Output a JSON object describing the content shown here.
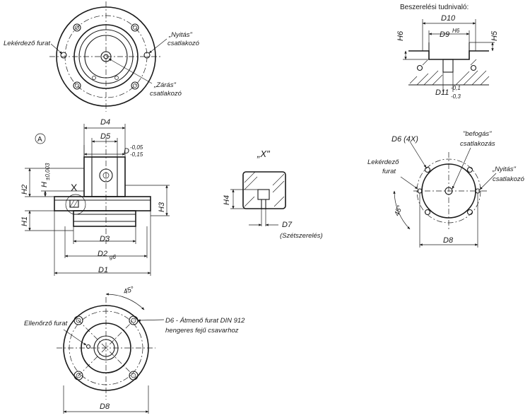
{
  "labels": {
    "ordering_note": "Beszerelési tudnivaló:",
    "query_hole_top": "Lekérdező furat",
    "opening_top_1": "„Nyitás\"",
    "opening_top_2": "csatlakozó",
    "closing_top_1": "„Zárás\"",
    "closing_top_2": "csatlakozó",
    "d4": "D4",
    "d5": "D5",
    "d": "D",
    "d_tol_upper": "-0,05",
    "d_tol_lower": "-0,15",
    "h": "H",
    "h_tol": "±0,003",
    "h2": "H2",
    "h1": "H1",
    "h3": "H3",
    "detail_x_marker": "X",
    "view_a": "A",
    "d3": "D3",
    "d2": "D2",
    "d2_tol": "g6",
    "d1": "D1",
    "detail_x_title": "„X\"",
    "h4": "H4",
    "d7": "D7",
    "disassembly": "(Szétszerelés)",
    "d10": "D10",
    "d9": "D9",
    "d9_tol": "H6",
    "h6": "H6",
    "h5": "H5",
    "d11": "D11",
    "d11_tol_upper": "-0,1",
    "d11_tol_lower": "-0,3",
    "d6_4x": "D6 (4X)",
    "clamping_1": "\"befogás\"",
    "clamping_2": "csatlakozás",
    "query_hole_right_1": "Lekérdező",
    "query_hole_right_2": "furat",
    "opening_right_1": "„Nyitás\"",
    "opening_right_2": "csatlakozó",
    "angle_45_right": "45°",
    "d8_right": "D8",
    "angle_45_bottom": "45°",
    "check_hole": "Ellenőrző furat",
    "d6_note_1": "D6 - Átmenő furat DIN 912",
    "d6_note_2": "hengeres fejű csavarhoz",
    "d8_bottom": "D8"
  }
}
